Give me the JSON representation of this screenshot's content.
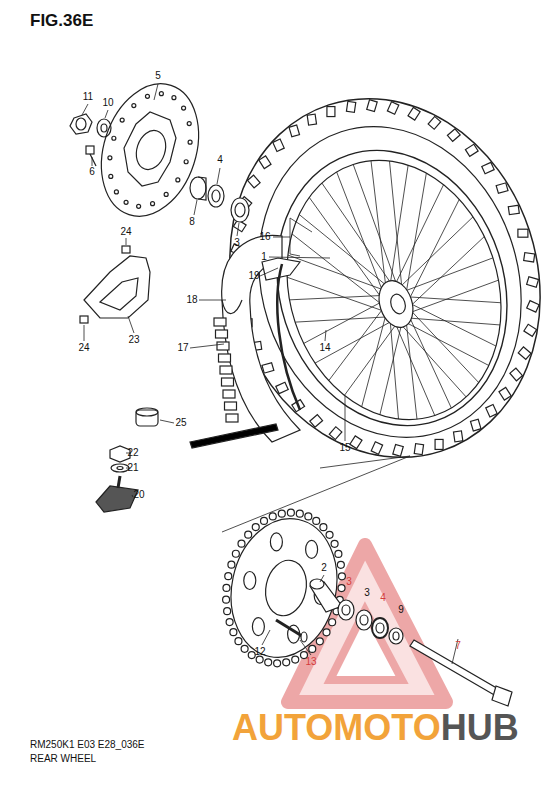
{
  "diagram": {
    "title": "FIG.36E",
    "labels": [
      "11",
      "10",
      "5",
      "6",
      "4",
      "8",
      "3",
      "24",
      "16",
      "1",
      "19",
      "18",
      "23",
      "24",
      "17",
      "14",
      "25",
      "15",
      "22",
      "21",
      "20",
      "2",
      "3",
      "3",
      "4",
      "9",
      "7",
      "12",
      "13",
      "AUTOMOTO",
      "HUB",
      "RM250K1 E03 E28_036E",
      "REAR WHEEL"
    ]
  }
}
